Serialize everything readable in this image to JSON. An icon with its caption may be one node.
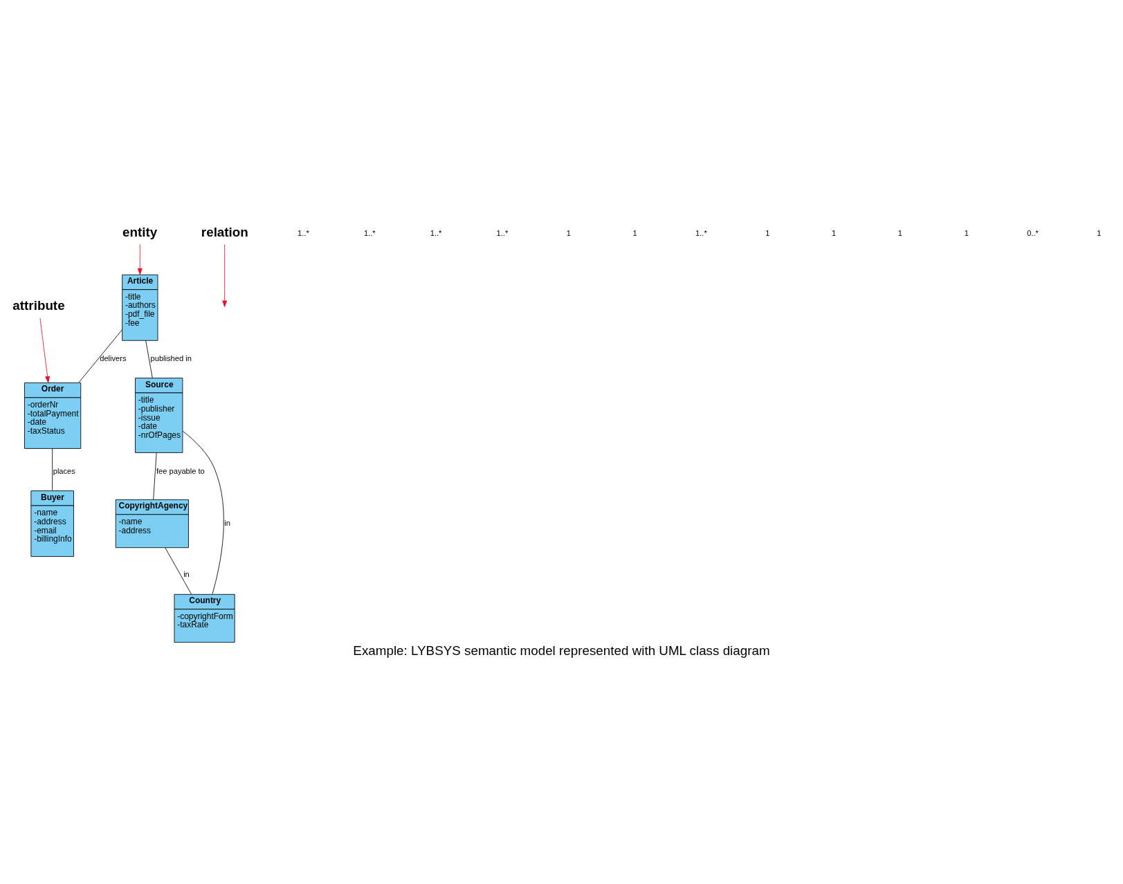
{
  "diagram": {
    "caption": "Example: LYBSYS semantic model represented with UML class diagram",
    "nodes": [
      {
        "text": [
          "Article",
          "-title -authors -pdf_file -fee"
        ]
      },
      {
        "text": [
          "Source",
          "-title -publisher -issue -date -nrOfPages"
        ]
      },
      {
        "text": [
          "Order",
          "-orderNr -totalPayment -date -taxStatus"
        ]
      },
      {
        "text": [
          "CopyrightAgency",
          "-name -address"
        ]
      },
      {
        "text": [
          "Country",
          "-copyrightForm -taxRate"
        ]
      },
      {
        "text": [
          "Buyer",
          "-name -address -email -billingInfo"
        ]
      },
      {
        "text": [
          "entity"
        ]
      },
      {
        "text": [
          "relation"
        ]
      },
      {
        "text": [
          "attribute"
        ]
      }
    ],
    "edges": [
      {
        "from": 0,
        "to": 1,
        "arrow": "none",
        "label": "published in"
      },
      {
        "from": 0,
        "to": 2,
        "arrow": "none",
        "label": "delivers"
      },
      {
        "from": 1,
        "to": 3,
        "arrow": "none",
        "label": "fee payable to"
      },
      {
        "from": 1,
        "to": 4,
        "arrow": "none",
        "label": "in"
      },
      {
        "from": 3,
        "to": 4,
        "arrow": "none",
        "label": "in"
      },
      {
        "from": 2,
        "to": 5,
        "arrow": "none",
        "label": "places"
      },
      {
        "from": 6,
        "to": 0,
        "arrow": "to",
        "color": "#e8102a"
      },
      {
        "from": 7,
        "to": null,
        "arrow": "to",
        "color": "#e8102a"
      },
      {
        "from": 8,
        "to": 2,
        "arrow": "to",
        "color": "#e8102a"
      }
    ],
    "labels": [
      "1..*",
      "1..*",
      "1..*",
      "1..*",
      "1",
      "1",
      "1..*",
      "1",
      "1",
      "1",
      "1",
      "0..*",
      "1"
    ]
  }
}
